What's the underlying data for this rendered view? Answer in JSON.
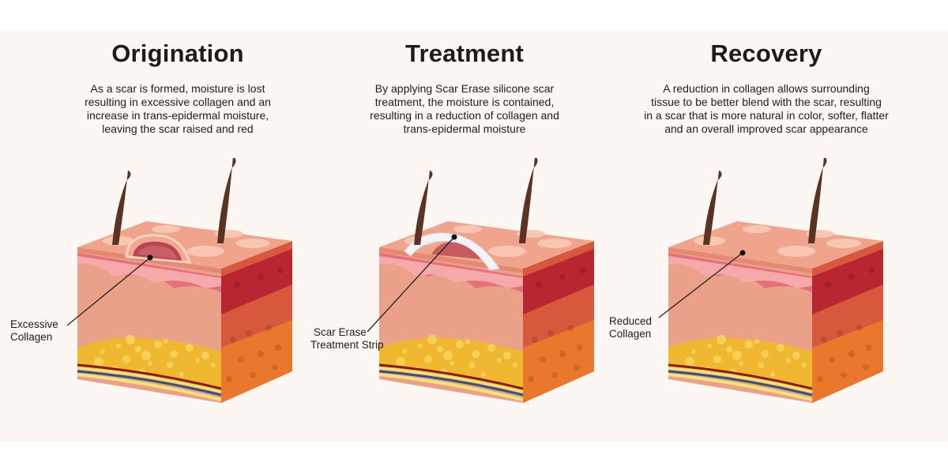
{
  "sections": [
    {
      "title": "Origination",
      "description": [
        "As a scar is formed, moisture is lost",
        "resulting in excessive collagen and an",
        "increase in trans-epidermal moisture,",
        "leaving the scar raised and red"
      ],
      "label": [
        "Excessive",
        "Collagen"
      ],
      "scar": "raised"
    },
    {
      "title": "Treatment",
      "description": [
        "By applying Scar Erase silicone scar",
        "treatment, the moisture is contained,",
        "resulting in a reduction of collagen and",
        "trans-epidermal moisture"
      ],
      "label": [
        "Scar Erase",
        "Treatment Strip"
      ],
      "scar": "strip"
    },
    {
      "title": "Recovery",
      "description": [
        "A reduction in collagen allows surrounding",
        "tissue to be better blend with the scar, resulting",
        "in a scar that is more natural in color, softer, flatter",
        "and an overall improved scar appearance"
      ],
      "label": [
        "Reduced",
        "Collagen"
      ],
      "scar": "flat"
    }
  ],
  "colors": {
    "background": "#fdf7f4",
    "epidermis": "#f0a48c",
    "dermis_side": "#b8262f",
    "fat": "#f0b830",
    "hair": "#5a3322"
  }
}
